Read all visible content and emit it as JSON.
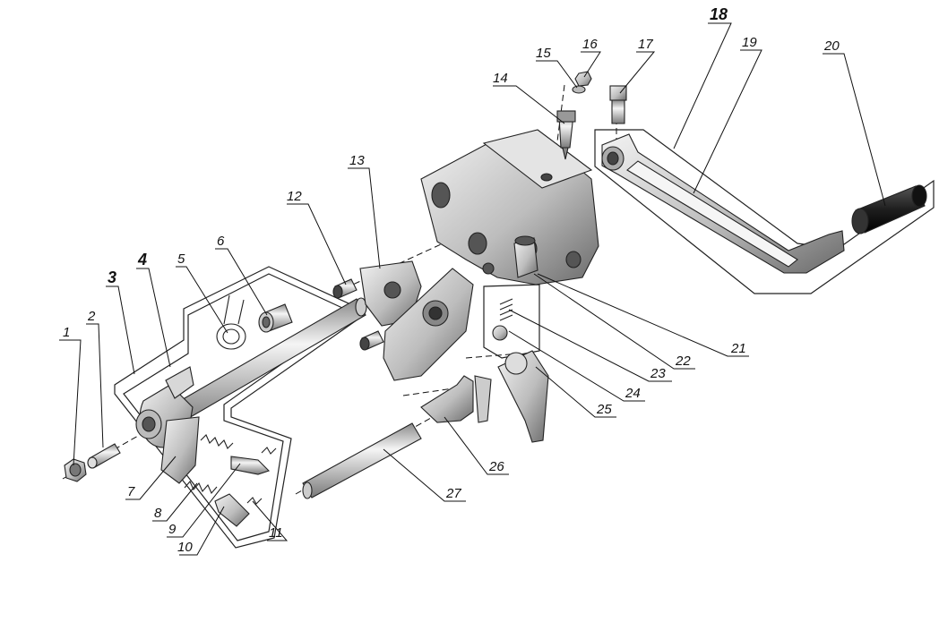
{
  "callouts": [
    {
      "id": "1",
      "text": "1",
      "bold": false
    },
    {
      "id": "2",
      "text": "2",
      "bold": false
    },
    {
      "id": "3",
      "text": "3",
      "bold": true
    },
    {
      "id": "4",
      "text": "4",
      "bold": true
    },
    {
      "id": "5",
      "text": "5",
      "bold": false
    },
    {
      "id": "6",
      "text": "6",
      "bold": false
    },
    {
      "id": "7",
      "text": "7",
      "bold": false
    },
    {
      "id": "8",
      "text": "8",
      "bold": false
    },
    {
      "id": "9",
      "text": "9",
      "bold": false
    },
    {
      "id": "10",
      "text": "10",
      "bold": false
    },
    {
      "id": "11",
      "text": "11",
      "bold": false
    },
    {
      "id": "12",
      "text": "12",
      "bold": false
    },
    {
      "id": "13",
      "text": "13",
      "bold": false
    },
    {
      "id": "14",
      "text": "14",
      "bold": false
    },
    {
      "id": "15",
      "text": "15",
      "bold": false
    },
    {
      "id": "16",
      "text": "16",
      "bold": false
    },
    {
      "id": "17",
      "text": "17",
      "bold": false
    },
    {
      "id": "18",
      "text": "18",
      "bold": true
    },
    {
      "id": "19",
      "text": "19",
      "bold": false
    },
    {
      "id": "20",
      "text": "20",
      "bold": false
    },
    {
      "id": "21",
      "text": "21",
      "bold": false
    },
    {
      "id": "22",
      "text": "22",
      "bold": false
    },
    {
      "id": "23",
      "text": "23",
      "bold": false
    },
    {
      "id": "24",
      "text": "24",
      "bold": false
    },
    {
      "id": "25",
      "text": "25",
      "bold": false
    },
    {
      "id": "26",
      "text": "26",
      "bold": false
    },
    {
      "id": "27",
      "text": "27",
      "bold": false
    }
  ],
  "colors": {
    "metal_light": "#e6e6e6",
    "metal_mid": "#b3b3b3",
    "metal_dark": "#5e5e5e",
    "rubber": "#262626",
    "line": "#111111"
  }
}
